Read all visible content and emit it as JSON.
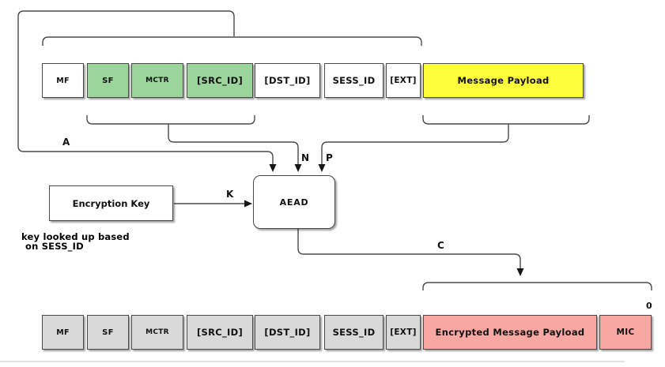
{
  "palette": {
    "background": "#ffffff",
    "line": "#4a4a4a",
    "white": "#ffffff",
    "green": "#9bd59b",
    "yellow": "#fdfd3a",
    "gray": "#d9d9d9",
    "pink": "#f8a7a2",
    "arrowhead": "#151515",
    "text": "#111111"
  },
  "diagram": {
    "top_row": {
      "cells": [
        {
          "label": "MF",
          "color": "white"
        },
        {
          "label": "SF",
          "color": "green"
        },
        {
          "label": "MCTR",
          "color": "green"
        },
        {
          "label": "[SRC_ID]",
          "color": "green"
        },
        {
          "label": "[DST_ID]",
          "color": "white"
        },
        {
          "label": "SESS_ID",
          "color": "white"
        },
        {
          "label": "[EXT]",
          "color": "white"
        },
        {
          "label": "Message Payload",
          "color": "yellow"
        }
      ]
    },
    "bottom_row": {
      "cells": [
        {
          "label": "MF",
          "color": "gray"
        },
        {
          "label": "SF",
          "color": "gray"
        },
        {
          "label": "MCTR",
          "color": "gray"
        },
        {
          "label": "[SRC_ID]",
          "color": "gray"
        },
        {
          "label": "[DST_ID]",
          "color": "gray"
        },
        {
          "label": "SESS_ID",
          "color": "gray"
        },
        {
          "label": "[EXT]",
          "color": "gray"
        },
        {
          "label": "Encrypted Message Payload",
          "color": "pink"
        },
        {
          "label": "MIC",
          "color": "pink"
        }
      ]
    },
    "aead_label": "AEAD",
    "encryption_key_label": "Encryption Key",
    "key_note_line1": "key looked up based",
    "key_note_line2": "on SESS_ID",
    "edge_labels": {
      "a": "A",
      "n": "N",
      "p": "P",
      "k": "K",
      "c": "C",
      "zero": "0"
    }
  }
}
